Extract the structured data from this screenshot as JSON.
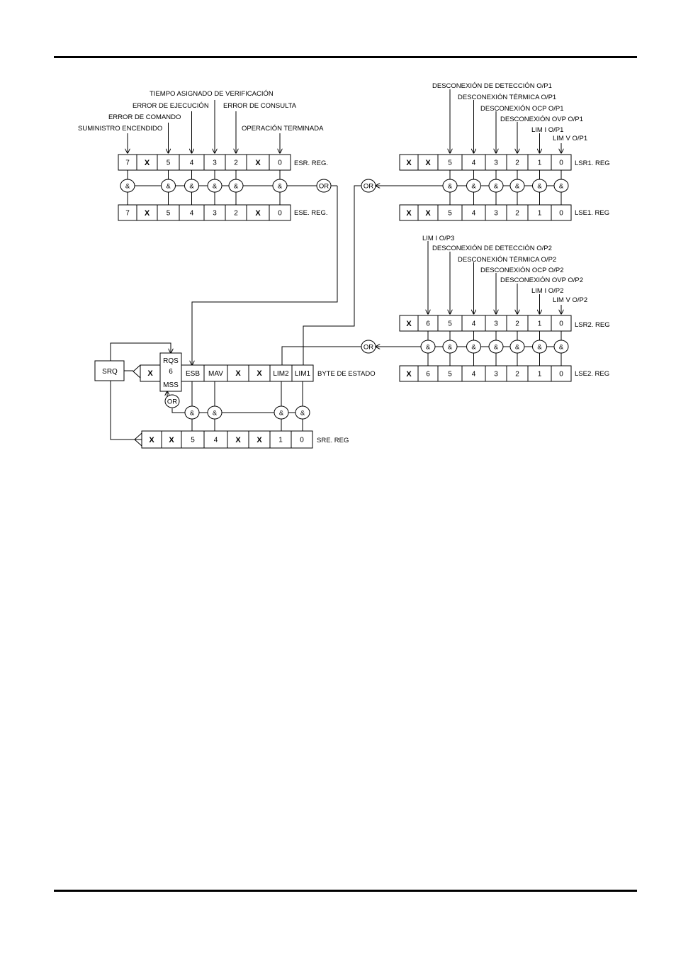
{
  "esr": {
    "label": "ESR. REG.",
    "cells": [
      "7",
      "X",
      "5",
      "4",
      "3",
      "2",
      "X",
      "0"
    ],
    "annotations": [
      "SUMINISTRO ENCENDIDO",
      "ERROR DE COMANDO",
      "ERROR DE EJECUCIÓN",
      "TIEMPO ASIGNADO DE VERIFICACIÓN",
      "ERROR DE CONSULTA",
      "OPERACIÓN TERMINADA"
    ]
  },
  "ese": {
    "label": "ESE. REG.",
    "cells": [
      "7",
      "X",
      "5",
      "4",
      "3",
      "2",
      "X",
      "0"
    ]
  },
  "lsr1": {
    "label": "LSR1. REG",
    "cells": [
      "X",
      "X",
      "5",
      "4",
      "3",
      "2",
      "1",
      "0"
    ],
    "annotations": [
      "DESCONEXIÓN DE DETECCIÓN O/P1",
      "DESCONEXIÓN TÉRMICA  O/P1",
      "DESCONEXIÓN OCP O/P1",
      "DESCONEXIÓN OVP O/P1",
      "LIM I  O/P1",
      "LIM V  O/P1"
    ]
  },
  "lse1": {
    "label": "LSE1. REG",
    "cells": [
      "X",
      "X",
      "5",
      "4",
      "3",
      "2",
      "1",
      "0"
    ]
  },
  "lsr2": {
    "label": "LSR2. REG",
    "cells": [
      "X",
      "6",
      "5",
      "4",
      "3",
      "2",
      "1",
      "0"
    ],
    "annotations": [
      "LIM I  O/P3",
      "DESCONEXIÓN DE DETECCIÓN O/P2",
      "DESCONEXIÓN TÉRMICA  O/P2",
      "DESCONEXIÓN OCP O/P2",
      "DESCONEXIÓN OVP O/P2",
      "LIM I  O/P2",
      "LIM V  O/P2"
    ]
  },
  "lse2": {
    "label": "LSE2. REG",
    "cells": [
      "X",
      "6",
      "5",
      "4",
      "3",
      "2",
      "1",
      "0"
    ]
  },
  "status_byte": {
    "label": "BYTE DE ESTADO",
    "cells": [
      "X",
      "RQS",
      "6",
      "MSS",
      "ESB",
      "MAV",
      "X",
      "X",
      "LIM2",
      "LIM1"
    ]
  },
  "sre": {
    "label": "SRE. REG",
    "cells": [
      "X",
      "X",
      "5",
      "4",
      "X",
      "X",
      "1",
      "0"
    ]
  },
  "srq": {
    "label": "SRQ"
  },
  "gates": {
    "and_symbol": "&",
    "or_symbol": "OR"
  }
}
